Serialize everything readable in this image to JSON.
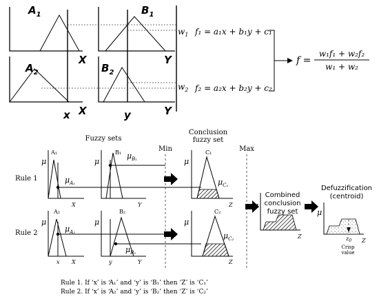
{
  "anfis": {
    "labels": {
      "A1": "A",
      "A1_sub": "1",
      "B1": "B",
      "B1_sub": "1",
      "A2": "A",
      "A2_sub": "2",
      "B2": "B",
      "B2_sub": "2",
      "X": "X",
      "Y": "Y",
      "x": "x",
      "y": "y",
      "w1": "w",
      "w1_sub": "1",
      "w2": "w",
      "w2_sub": "2"
    },
    "equations": {
      "f1": "f₁ = a₁x + b₁y + c₁",
      "f2": "f₂ = a₂x + b₂y + c₂",
      "f_lhs": "f =",
      "f_num": "w₁f₁ + w₂f₂",
      "f_den": "w₁ + w₂"
    }
  },
  "mamdani": {
    "headers": {
      "fuzzy_sets": "Fuzzy sets",
      "min": "Min",
      "conclusion": [
        "Conclusion",
        "fuzzy set"
      ],
      "max": "Max",
      "combined": [
        "Combined",
        "conclusion",
        "fuzzy set"
      ],
      "defuzz": [
        "Defuzzification",
        "(centroid)"
      ]
    },
    "rules": [
      "Rule 1",
      "Rule 2"
    ],
    "mu": "μ",
    "set_labels": {
      "A1": "A₁",
      "B1": "B₁",
      "C1": "C₁",
      "A2": "A₂",
      "B2": "B₂",
      "C2": "C₂"
    },
    "mu_labels": {
      "muA1": "μ",
      "muA1_sub": "A₁",
      "muB1": "μ",
      "muB1_sub": "B₁",
      "muC1": "μ",
      "muC1_sub": "C₁",
      "muA2": "μ",
      "muA2_sub": "A₂",
      "muB2": "μ",
      "muB2_sub": "B₂",
      "muC2": "μ",
      "muC2_sub": "C₂"
    },
    "axis_labels": {
      "X": "X",
      "Y": "Y",
      "Z": "Z",
      "x": "x",
      "y": "y",
      "z0": "z",
      "z0_sub": "0"
    },
    "crisp": [
      "Crisp",
      "value"
    ],
    "rule_text": [
      "Rule 1. If ‘x’ is ‘A₁’ and ‘y’ is ‘B₁’ then ‘Z’ is ‘C₁’",
      "Rule 2. If ‘x’ is ‘A₂’ and ‘y’ is ‘B₂’ then ‘Z’ is ‘C₂’"
    ]
  },
  "colors": {
    "ink": "#000000",
    "grid": "#555555",
    "background": "#ffffff"
  }
}
